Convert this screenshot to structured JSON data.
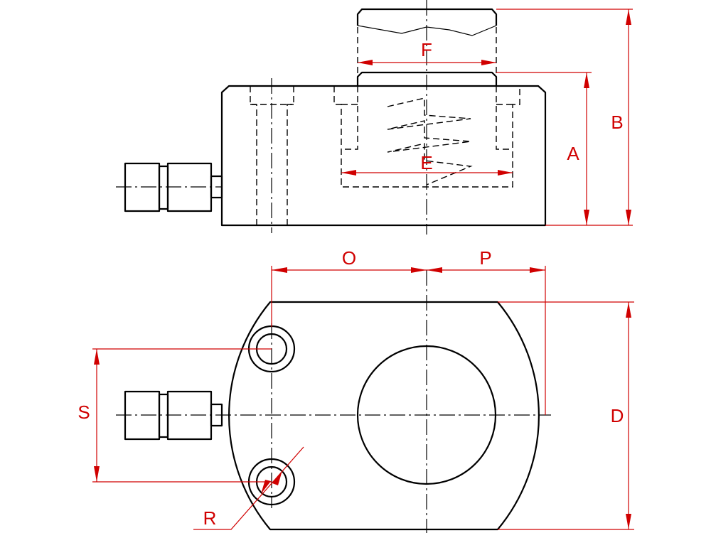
{
  "dimension_labels": {
    "A": "A",
    "B": "B",
    "D": "D",
    "E": "E",
    "F": "F",
    "O": "O",
    "P": "P",
    "R": "R",
    "S": "S"
  },
  "colors": {
    "outline": "#000000",
    "dimension": "#d00000",
    "background": "#ffffff"
  }
}
